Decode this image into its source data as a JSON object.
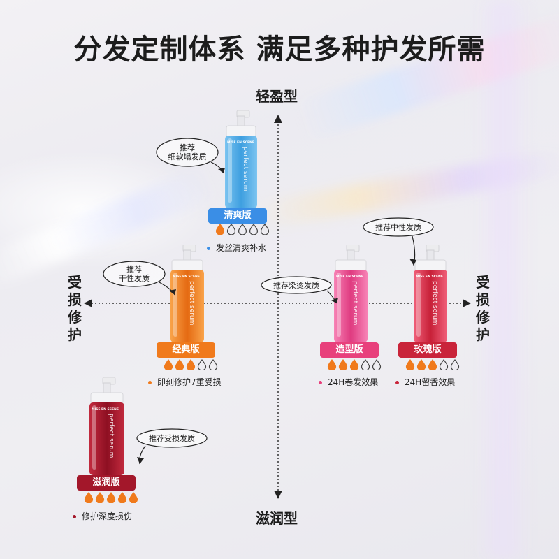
{
  "title": "分发定制体系 满足多种护发所需",
  "axes": {
    "top": "轻盈型",
    "bottom": "滋润型",
    "left": [
      "受",
      "损",
      "修",
      "护"
    ],
    "right": [
      "受",
      "损",
      "修",
      "护"
    ]
  },
  "products": [
    {
      "id": "qingshuang",
      "badge": "清爽版",
      "color": "#3a8ee6",
      "drops": 1,
      "feature": "发丝清爽补水",
      "dot": "#3a8ee6"
    },
    {
      "id": "jingdian",
      "badge": "经典版",
      "color": "#f07a1c",
      "drops": 3,
      "feature": "即刻修护7重受损",
      "dot": "#f07a1c"
    },
    {
      "id": "zaoxing",
      "badge": "造型版",
      "color": "#e8407c",
      "drops": 3,
      "feature": "24H卷发效果",
      "dot": "#e8407c"
    },
    {
      "id": "meigui",
      "badge": "玫瑰版",
      "color": "#c9243a",
      "drops": 3,
      "feature": "24H留香效果",
      "dot": "#c9243a"
    },
    {
      "id": "zirun",
      "badge": "滋润版",
      "color": "#a3172a",
      "drops": 5,
      "feature": "修护深度损伤",
      "dot": "#a3172a"
    }
  ],
  "bottle_text": {
    "brand": "MISE EN SCENE",
    "name": "perfect serum"
  },
  "bubbles": [
    {
      "id": "b1",
      "lines": [
        "推荐",
        "细软塌发质"
      ]
    },
    {
      "id": "b2",
      "lines": [
        "推荐",
        "干性发质"
      ]
    },
    {
      "id": "b3",
      "lines": [
        "推荐染烫发质"
      ]
    },
    {
      "id": "b4",
      "lines": [
        "推荐中性发质"
      ]
    },
    {
      "id": "b5",
      "lines": [
        "推荐受损发质"
      ]
    }
  ],
  "drop_color": "#f07a1c"
}
